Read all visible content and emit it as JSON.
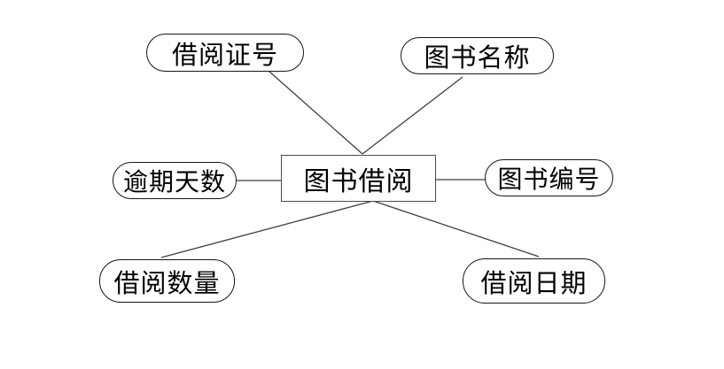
{
  "diagram": {
    "center_entity": {
      "label": "图书借阅",
      "shape": "rectangle"
    },
    "attributes": [
      {
        "label": "借阅证号",
        "position": "top-left",
        "shape": "stadium"
      },
      {
        "label": "图书名称",
        "position": "top-right",
        "shape": "stadium"
      },
      {
        "label": "逾期天数",
        "position": "left",
        "shape": "stadium"
      },
      {
        "label": "图书编号",
        "position": "right",
        "shape": "stadium"
      },
      {
        "label": "借阅数量",
        "position": "bottom-left",
        "shape": "stadium"
      },
      {
        "label": "借阅日期",
        "position": "bottom-right",
        "shape": "stadium"
      }
    ],
    "edges": [
      {
        "from": "图书借阅",
        "to": "借阅证号"
      },
      {
        "from": "图书借阅",
        "to": "图书名称"
      },
      {
        "from": "图书借阅",
        "to": "逾期天数"
      },
      {
        "from": "图书借阅",
        "to": "图书编号"
      },
      {
        "from": "图书借阅",
        "to": "借阅数量"
      },
      {
        "from": "图书借阅",
        "to": "借阅日期"
      }
    ],
    "colors": {
      "background": "#ffffff",
      "line": "#3f3f3f",
      "node_border": "#161616",
      "entity_border": "#4a4a4a",
      "text": "#000000"
    }
  }
}
